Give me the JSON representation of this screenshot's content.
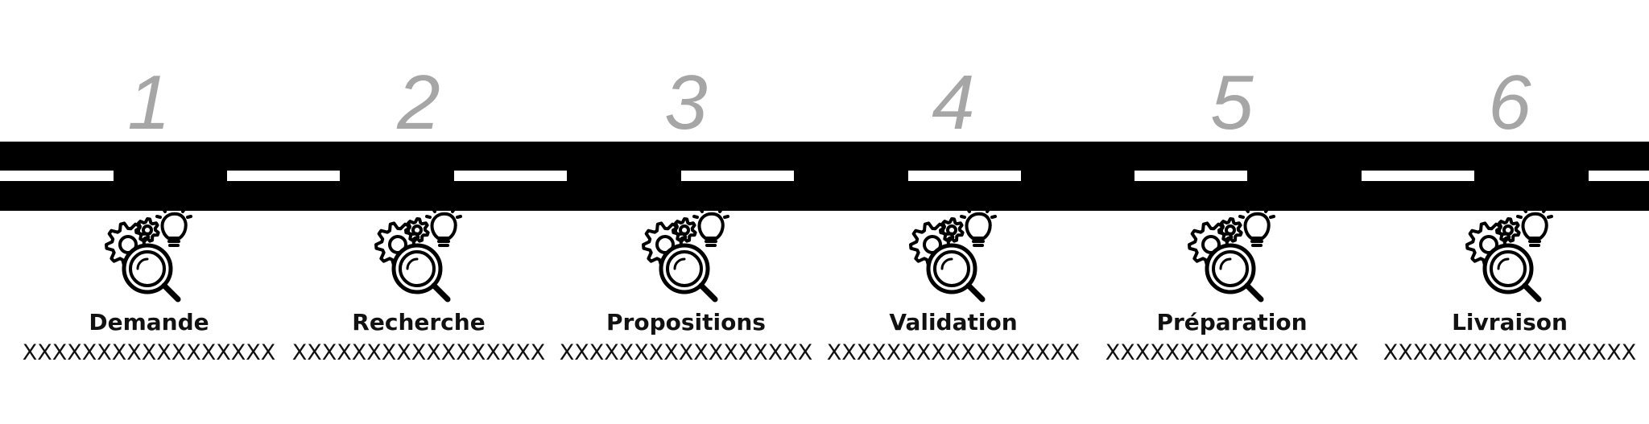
{
  "colors": {
    "road": "#000000",
    "lane_marking": "#ffffff",
    "step_number": "#a6a6a6",
    "text": "#111111"
  },
  "steps": [
    {
      "number": "1",
      "label": "Demande",
      "description": "XXXXXXXXXXXXXXXXX",
      "icon": "gears-magnifier-lightbulb-icon"
    },
    {
      "number": "2",
      "label": "Recherche",
      "description": "XXXXXXXXXXXXXXXXX",
      "icon": "gears-magnifier-lightbulb-icon"
    },
    {
      "number": "3",
      "label": "Propositions",
      "description": "XXXXXXXXXXXXXXXXX",
      "icon": "gears-magnifier-lightbulb-icon"
    },
    {
      "number": "4",
      "label": "Validation",
      "description": "XXXXXXXXXXXXXXXXX",
      "icon": "gears-magnifier-lightbulb-icon"
    },
    {
      "number": "5",
      "label": "Préparation",
      "description": "XXXXXXXXXXXXXXXXX",
      "icon": "gears-magnifier-lightbulb-icon"
    },
    {
      "number": "6",
      "label": "Livraison",
      "description": "XXXXXXXXXXXXXXXXX",
      "icon": "gears-magnifier-lightbulb-icon"
    }
  ]
}
